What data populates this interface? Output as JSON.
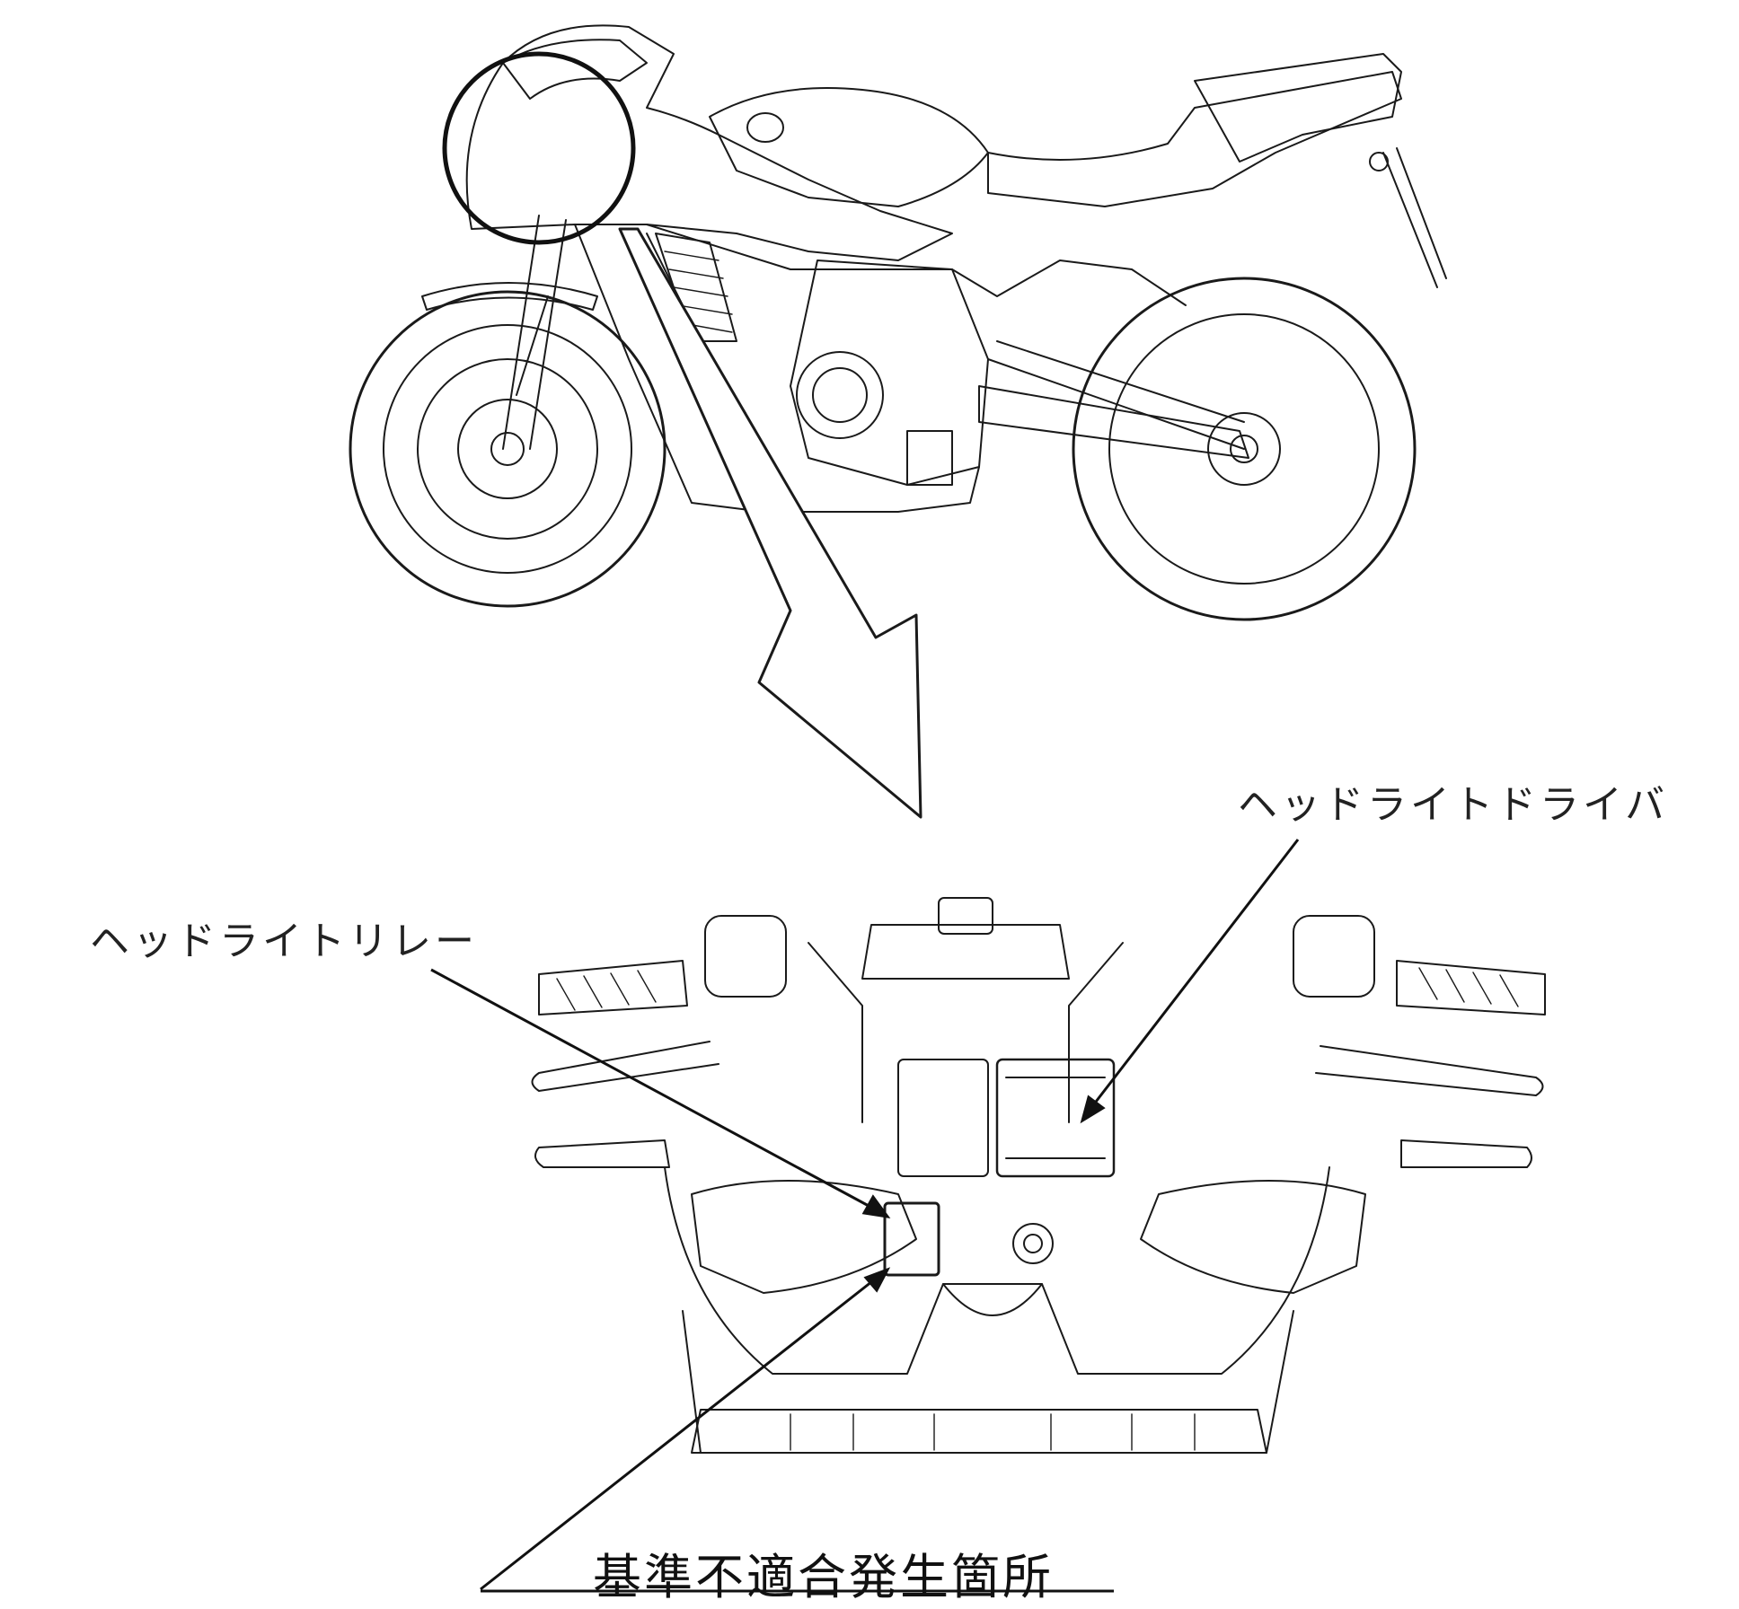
{
  "labels": {
    "headlight_driver": "ヘッドライトドライバ",
    "headlight_relay": "ヘッドライトリレー",
    "nonconformity_location": "基準不適合発生箇所"
  },
  "colors": {
    "ink": "#1a1a1a",
    "background": "#ffffff"
  }
}
